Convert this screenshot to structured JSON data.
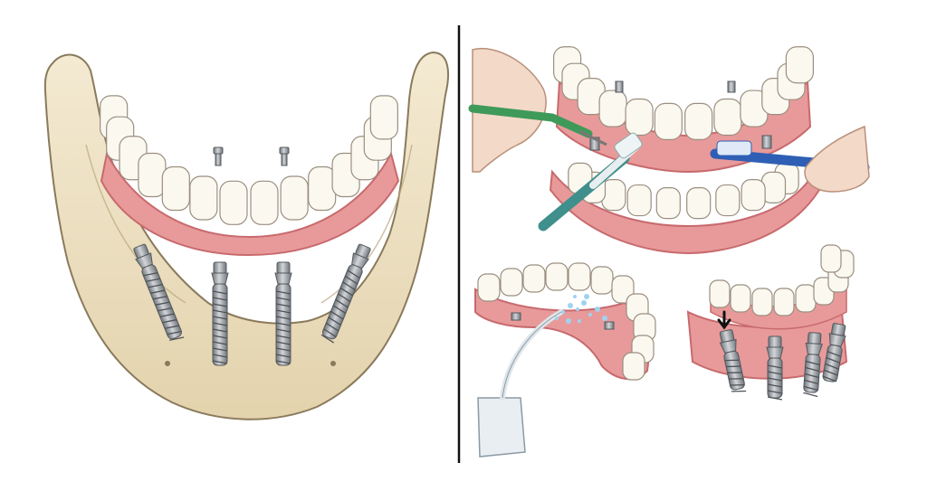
{
  "panels": [
    {
      "name": "all-on-4-implant-jaw",
      "implant_count": 4,
      "prosthesis_screw_count": 2
    },
    {
      "name": "brushing-and-interdental-cleaning",
      "tools": [
        "interdental-brush",
        "manual-toothbrush",
        "manual-toothbrush"
      ]
    },
    {
      "name": "water-flosser-cleaning",
      "tools": [
        "water-flosser"
      ]
    },
    {
      "name": "removed-bridge-implant-check",
      "implant_count": 4,
      "indicator": "down-arrow"
    }
  ],
  "colors": {
    "bone": "#efe3c6",
    "bone_outline": "#8a7a5c",
    "gum": "#e89a9a",
    "gum_dark": "#c86a6e",
    "tooth": "#fbf8f0",
    "tooth_outline": "#9a8f80",
    "titanium": "#8e9398",
    "titanium_light": "#c9ccd0",
    "divider": "#111111",
    "brush_teal": "#3f8f8c",
    "brush_blue": "#2f5fb5",
    "interdental_green": "#3f9a5a",
    "flosser_white": "#e9eef2",
    "water": "#9fd3f0",
    "skin": "#f3d9c8"
  }
}
